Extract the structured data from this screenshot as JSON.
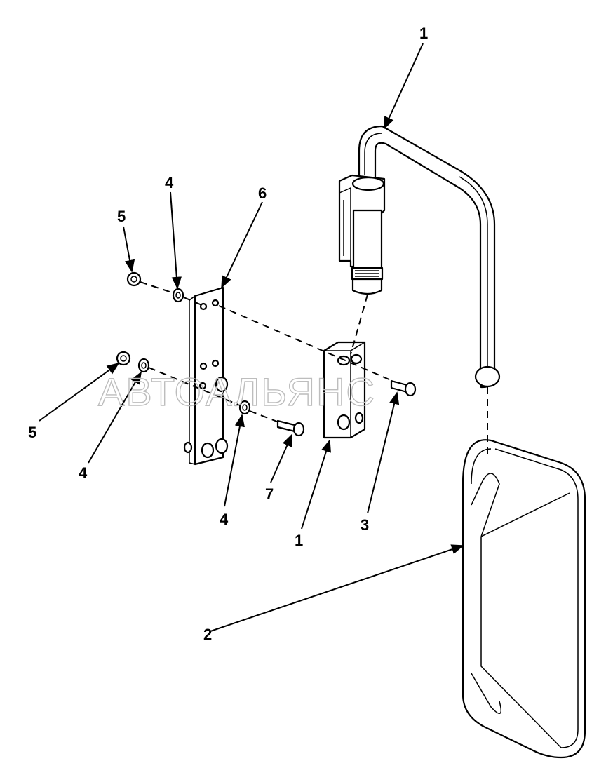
{
  "watermark": "АВТОАЛЬЯНС",
  "callouts": {
    "c1_top": "1",
    "c1_bottom": "1",
    "c2": "2",
    "c3": "3",
    "c4_top": "4",
    "c4_left": "4",
    "c4_mid": "4",
    "c5_top": "5",
    "c5_left": "5",
    "c6": "6",
    "c7": "7"
  }
}
